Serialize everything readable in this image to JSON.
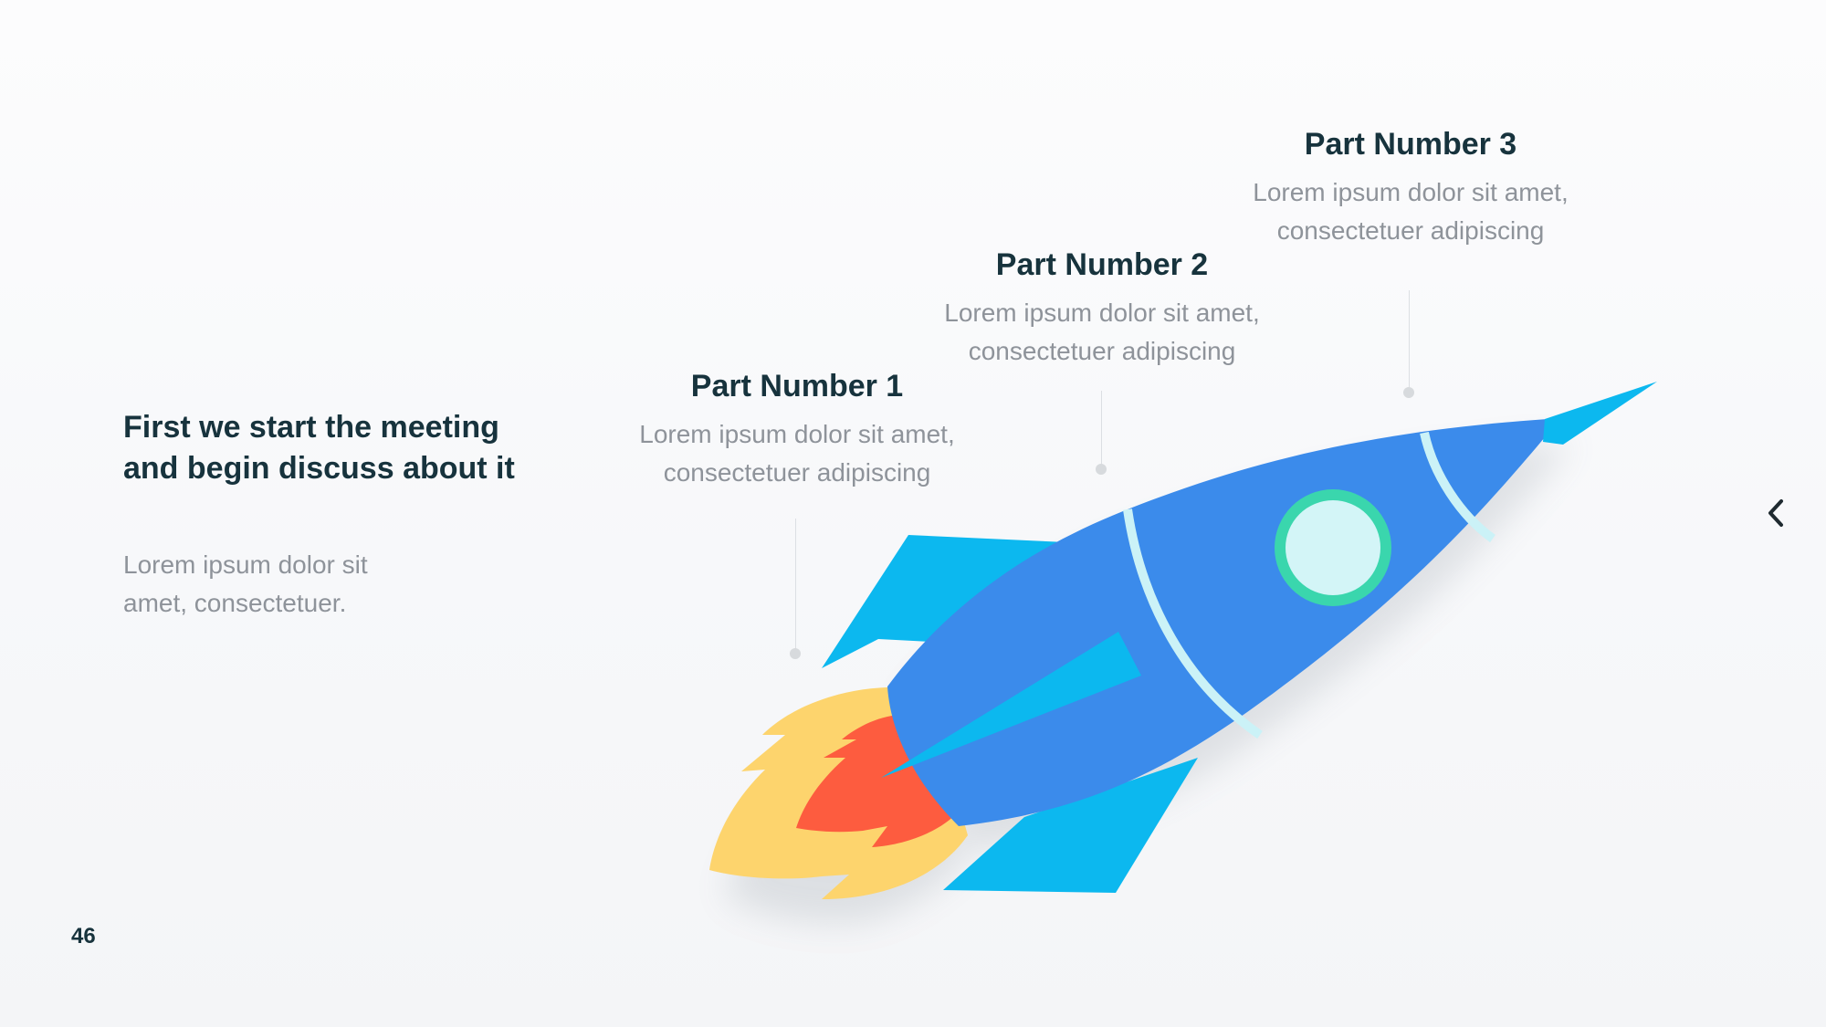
{
  "intro": {
    "heading_line1": "First we start the meeting",
    "heading_line2": "and begin discuss about it",
    "text_line1": "Lorem ipsum dolor sit",
    "text_line2": "amet, consectetuer."
  },
  "parts": [
    {
      "title": "Part Number 1",
      "desc_line1": "Lorem ipsum dolor sit amet,",
      "desc_line2": "consectetuer adipiscing"
    },
    {
      "title": "Part Number 2",
      "desc_line1": "Lorem ipsum dolor sit amet,",
      "desc_line2": "consectetuer adipiscing"
    },
    {
      "title": "Part Number 3",
      "desc_line1": "Lorem ipsum dolor sit amet,",
      "desc_line2": "consectetuer adipiscing"
    }
  ],
  "slide": {
    "page_number": "46"
  },
  "icons": {
    "prev": "chevron-left-icon",
    "illustration": "rocket-icon"
  },
  "colors": {
    "rocket_body": "#3b8beb",
    "rocket_fins": "#0cb8ef",
    "rocket_stripes": "#cbf2f7",
    "window_ring": "#3ad6ad",
    "window_glass": "#d3f5f7",
    "flame_outer": "#fdd46d",
    "flame_inner": "#fd5c3f",
    "heading": "#17333d",
    "body_text": "#8e939a"
  }
}
